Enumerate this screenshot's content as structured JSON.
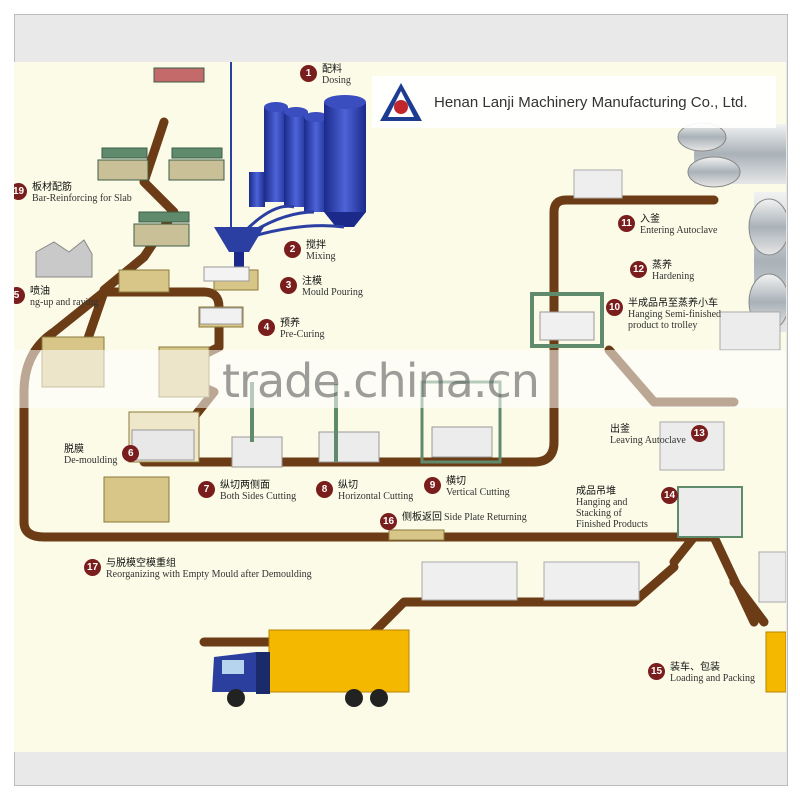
{
  "company": {
    "name": "Henan Lanji Machinery Manufacturing Co., Ltd."
  },
  "watermark": "trade.china.cn",
  "steps": [
    {
      "num": "1",
      "cn": "配料",
      "en": "Dosing"
    },
    {
      "num": "2",
      "cn": "搅拌",
      "en": "Mixing"
    },
    {
      "num": "3",
      "cn": "注模",
      "en": "Mould Pouring"
    },
    {
      "num": "4",
      "cn": "预养",
      "en": "Pre-Curing"
    },
    {
      "num": "6",
      "cn": "脱膜",
      "en": "De-moulding"
    },
    {
      "num": "7",
      "cn": "纵切两侧面",
      "en": "Both Sides Cutting"
    },
    {
      "num": "8",
      "cn": "纵切",
      "en": "Horizontal Cutting"
    },
    {
      "num": "9",
      "cn": "横切",
      "en": "Vertical Cutting"
    },
    {
      "num": "10",
      "cn": "半成品吊至蒸养小车",
      "en": "Hanging Semi-finished product to trolley"
    },
    {
      "num": "11",
      "cn": "入釜",
      "en": "Entering Autoclave"
    },
    {
      "num": "12",
      "cn": "蒸养",
      "en": "Hardening"
    },
    {
      "num": "13",
      "cn": "出釜",
      "en": "Leaving Autoclave"
    },
    {
      "num": "14",
      "cn": "成品吊堆",
      "en": "Hanging and Stacking of Finished Products"
    },
    {
      "num": "15",
      "cn": "装车、包装",
      "en": "Loading and Packing"
    },
    {
      "num": "16",
      "cn": "侧板返回",
      "en": "Side Plate Returning"
    },
    {
      "num": "17",
      "cn": "与脱模空模重组",
      "en": "Reorganizing with Empty Mould after Demoulding"
    },
    {
      "num": "19",
      "cn": "板材配筋",
      "en": "Bar-Reinforcing for Slab"
    },
    {
      "num": "5",
      "cn": "喷油",
      "en": "ng-up and raying"
    }
  ]
}
